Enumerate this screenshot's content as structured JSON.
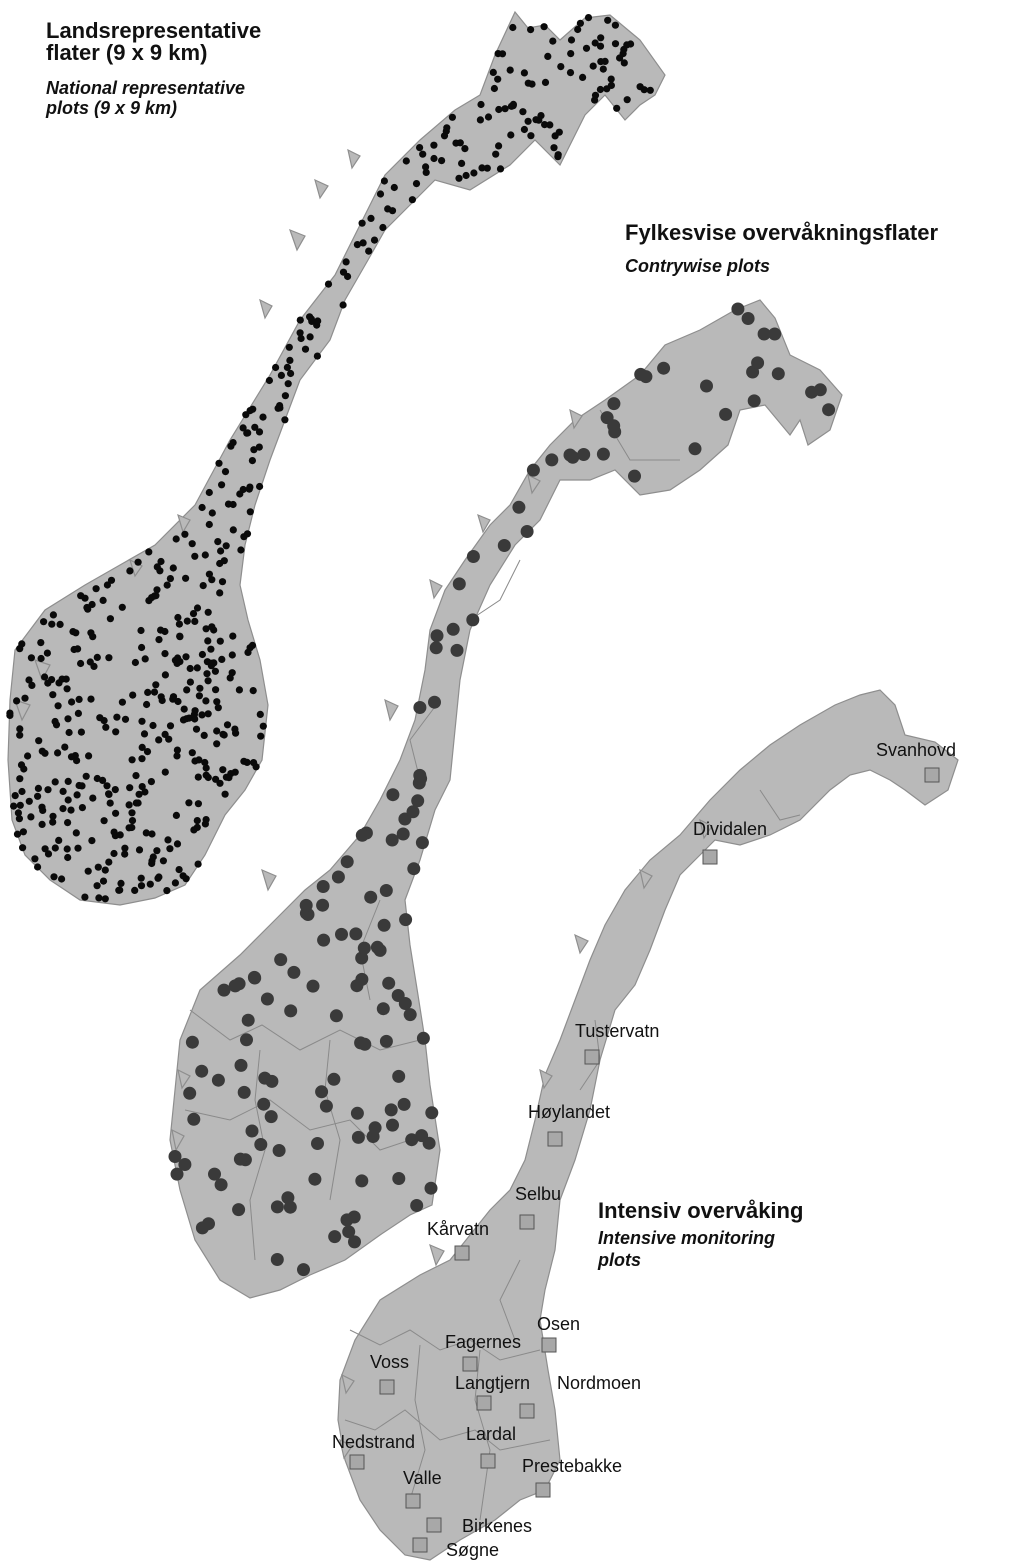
{
  "maps": {
    "national": {
      "title_line1": "Landsrepresentative",
      "title_line2": "flater (9 x 9 km)",
      "subtitle_line1": "National representative",
      "subtitle_line2": "plots (9 x 9 km)"
    },
    "county": {
      "title": "Fylkesvise overvåkningsflater",
      "subtitle": "Contrywise plots"
    },
    "intensive": {
      "title": "Intensiv overvåking",
      "subtitle_line1": "Intensive monitoring",
      "subtitle_line2": "plots",
      "sites": [
        "Svanhovd",
        "Dividalen",
        "Tustervatn",
        "Høylandet",
        "Selbu",
        "Kårvatn",
        "Osen",
        "Fagernes",
        "Voss",
        "Langtjern",
        "Nordmoen",
        "Nedstrand",
        "Lardal",
        "Prestebakke",
        "Valle",
        "Birkenes",
        "Søgne"
      ]
    }
  },
  "colors": {
    "land": "#b9b9b9",
    "national_plot": "#0a0a0a",
    "county_plot": "#3a3a3a",
    "intensive_plot": "#a8a8a8"
  }
}
